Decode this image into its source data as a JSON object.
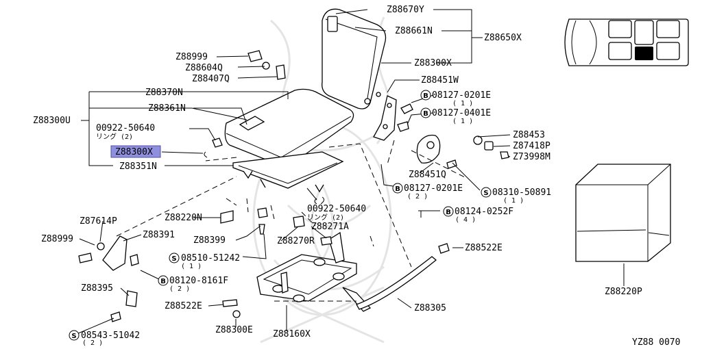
{
  "diagram": {
    "code": "YZ88 0070",
    "highlighted_part": "Z88300X",
    "labels": {
      "Z88670Y": "Z88670Y",
      "Z88661N": "Z88661N",
      "Z88650X": "Z88650X",
      "Z88300X_top": "Z88300X",
      "Z88999_top": "Z88999",
      "Z88604Q": "Z88604Q",
      "Z88407Q": "Z88407Q",
      "Z88370N": "Z88370N",
      "Z88361N": "Z88361N",
      "Z88300U": "Z88300U",
      "ring1_num": "00922-50640",
      "ring1_sub": "リング (2)",
      "Z88300X_hl": "Z88300X",
      "Z88351N": "Z88351N",
      "Z88451W": "Z88451W",
      "b1_num": "08127-0201E",
      "b1_qty": "( 1 )",
      "b2_num": "08127-0401E",
      "b2_qty": "( 1 )",
      "Z88453": "Z88453",
      "Z87418P": "Z87418P",
      "Z73998M": "Z73998M",
      "Z88451Q": "Z88451Q",
      "b3_num": "08127-0201E",
      "b3_qty": "( 2 )",
      "s1_num": "08310-50891",
      "s1_qty": "( 1 )",
      "ring2_num": "00922-50640",
      "ring2_sub": "リング (2)",
      "b4_num": "08124-0252F",
      "b4_qty": "( 4 )",
      "Z88220N": "Z88220N",
      "Z88271A": "Z88271A",
      "Z87614P": "Z87614P",
      "Z88999_left": "Z88999",
      "Z88391": "Z88391",
      "Z88399": "Z88399",
      "Z88270R": "Z88270R",
      "s2_num": "08510-51242",
      "s2_qty": "( 1 )",
      "Z88522E_right": "Z88522E",
      "b5_num": "08120-8161F",
      "b5_qty": "( 2 )",
      "Z88395": "Z88395",
      "Z88522E_left": "Z88522E",
      "Z88305": "Z88305",
      "Z88300E": "Z88300E",
      "Z88160X": "Z88160X",
      "s3_num": "08543-51042",
      "s3_qty": "( 2 )",
      "Z88220P": "Z88220P"
    },
    "marks": {
      "bolt": "B",
      "screw": "S"
    }
  }
}
